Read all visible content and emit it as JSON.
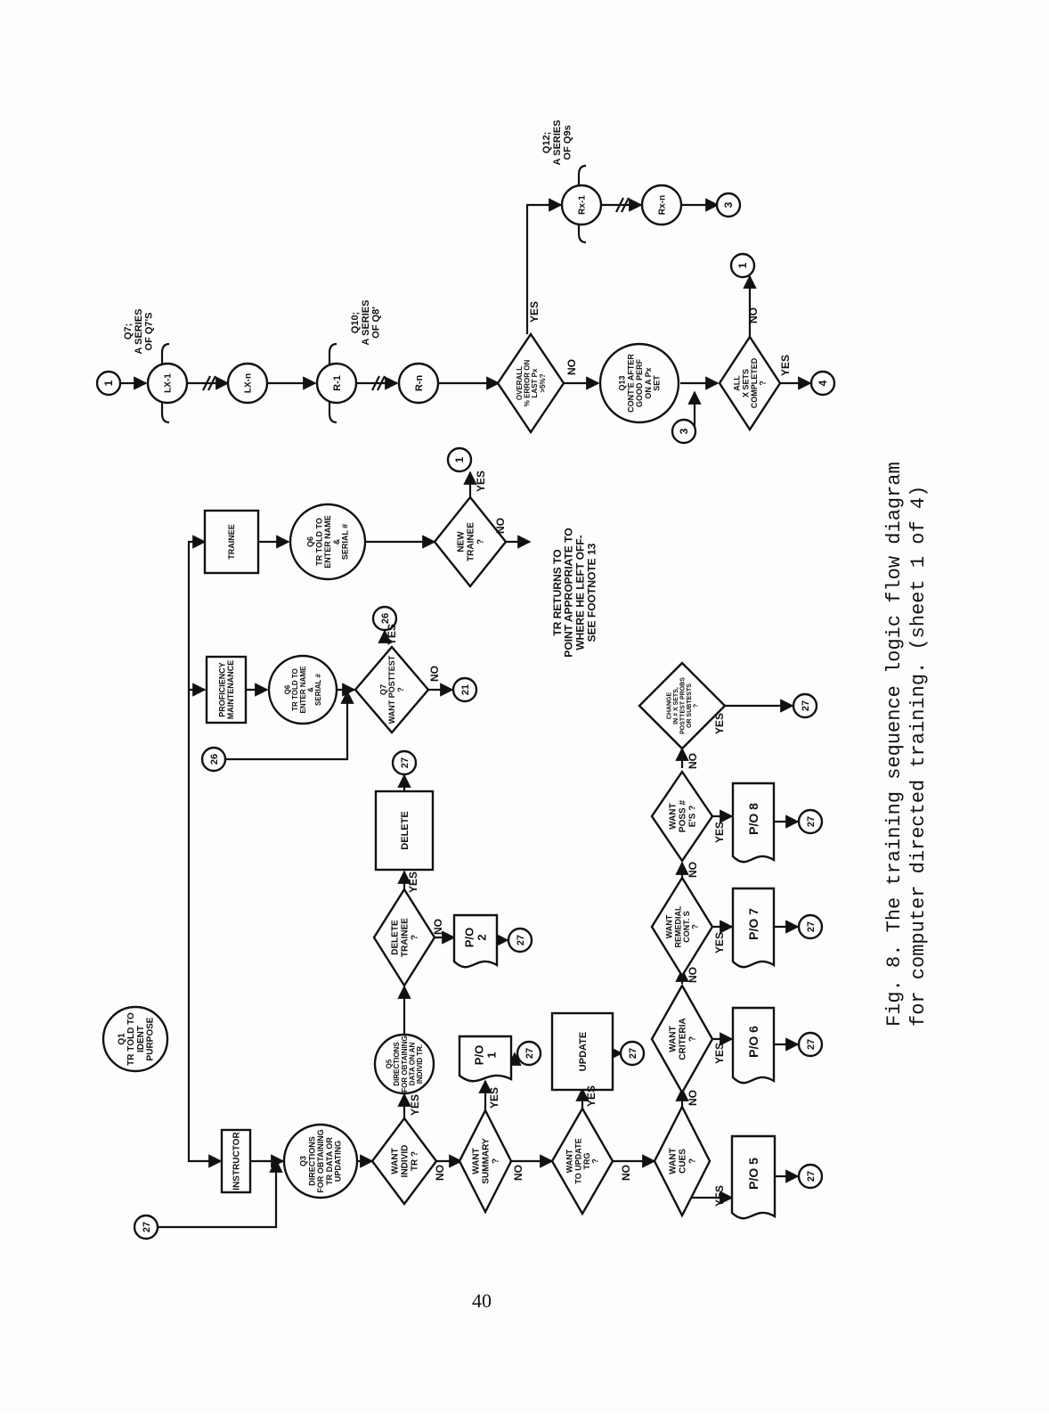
{
  "nodes": {
    "c27a": "27",
    "q1": "Q1\nTR TOLD TO\nIDENT\nPURPOSE",
    "instructor": "INSTRUCTOR",
    "proficiency": "PROFICIENCY\nMAINTENANCE",
    "trainee": "TRAINEE",
    "q3": "Q3\nDIRECTIONS\nFOR OBTAINING\nTR DATA OR\nUPDATING",
    "d_indiv": "WANT\nINDIVID\nTR ?",
    "d_summary": "WANT\nSUMMARY\n?",
    "d_update": "WANT\nTO UPDATE\nTRG\n?",
    "d_cues": "WANT\nCUES\n?",
    "q5": "Q5\nDIRECTIONS\nFOR OBTAINING\nDATA ON AN\nINDIVID TR.",
    "p1": "P/O\n1",
    "c27b": "27",
    "update": "UPDATE",
    "c27c": "27",
    "p5": "P/O 5",
    "c27d": "27",
    "d_criteria": "WANT\nCRITERIA\n?",
    "p6": "P/O 6",
    "c27e": "27",
    "d_remedial": "WANT\nREMEDIAL\nCONT. S\n?",
    "p7": "P/O 7",
    "c27f": "27",
    "d_poss": "WANT\nPOSS #\nE'S ?",
    "p8": "P/O 8",
    "c27g": "27",
    "d_change": "CHANGE\nIN # X SETS,\nPOSTTEST PROBS\nOR SUBTESTS\n?",
    "c27h": "27",
    "d_delete": "DELETE\nTRAINEE\n?",
    "p2": "P/O\n2",
    "c27i": "27",
    "delete": "DELETE",
    "c27j": "27",
    "q6a": "Q6\nTR TOLD TO\nENTER NAME\n&\nSERIAL #",
    "d_posttest": "Q7\nWANT POSTTEST\n?",
    "c26a": "26",
    "c21": "21",
    "c26b": "26",
    "q6b": "Q6\nTR TOLD TO\nENTER NAME\n&\nSERIAL #",
    "d_newtrainee": "NEW\nTRAINEE\n?",
    "c1a": "1",
    "tr_returns": "TR RETURNS TO\nPOINT APPROPRIATE TO\nWHERE HE LEFT OFF-\nSEE FOOTNOTE 13",
    "c1b": "1",
    "lx1": "LX-1",
    "lxn": "LX-n",
    "q7series": "Q7;\nA SERIES\nOF Q7'S",
    "r1": "R-1",
    "rn": "R-n",
    "q10series": "Q10;\nA SERIES\nOF Q8'",
    "d_overall": "OVERALL\n% ERROR ON\nLAST Px\n>5%?",
    "q13": "Q13\nCONT'E AFTER\nGOOD PERF\nON A Px\nSET",
    "c3a": "3",
    "d_allx": "ALL\nX SETS\nCOMPLETED\n?",
    "c4": "4",
    "c1c": "1",
    "rx1": "Rx-1",
    "rxn": "Rx-n",
    "c3b": "3",
    "q12series": "Q12;\nA SERIES\nOF Q9s",
    "yes": "YES",
    "no": "NO"
  },
  "caption": {
    "line1": "Fig. 8.  The training sequence logic flow diagram",
    "line2": "for computer directed training.  (sheet 1 of 4)"
  },
  "page_number": "40"
}
